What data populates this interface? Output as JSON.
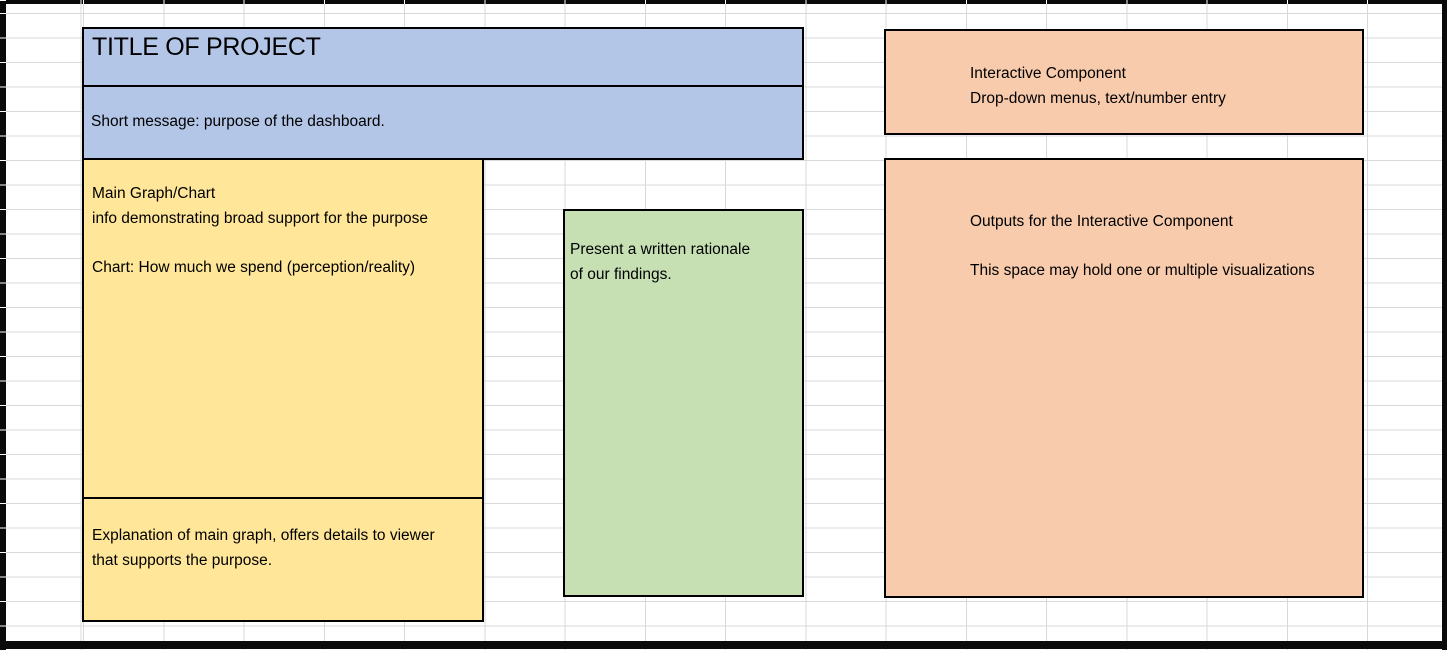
{
  "colors": {
    "header_fill": "#b4c6e7",
    "main_chart_fill": "#ffe699",
    "rationale_fill": "#c6e0b4",
    "interactive_fill": "#f8cbad",
    "box_border": "#000000",
    "gridline": "#d9d9d9",
    "sheet_edge": "#0a0a0a"
  },
  "header": {
    "title": "TITLE OF PROJECT",
    "subtitle": "Short message: purpose of the dashboard."
  },
  "main_chart": {
    "line1": "Main Graph/Chart",
    "line2": "info demonstrating broad support for the purpose",
    "line3": "Chart: How much we spend (perception/reality)"
  },
  "explanation": {
    "line1": "Explanation of main graph, offers details to viewer",
    "line2": "that supports the purpose."
  },
  "rationale": {
    "line1": "Present a written rationale",
    "line2": "of our findings."
  },
  "interactive": {
    "line1": "Interactive Component",
    "line2": "Drop-down menus, text/number entry"
  },
  "outputs": {
    "line1": "Outputs for the Interactive Component",
    "line2": "This space may hold one or multiple visualizations"
  }
}
